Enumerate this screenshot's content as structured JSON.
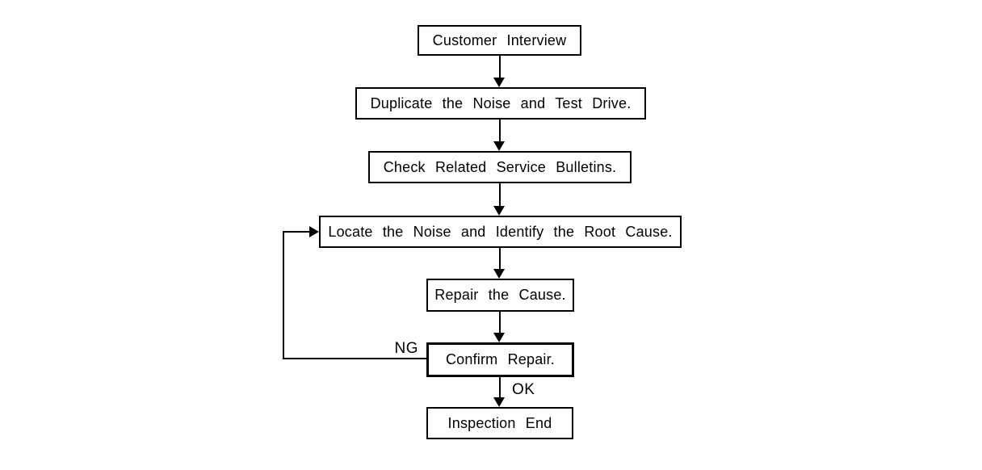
{
  "page": {
    "background_color": "#ffffff",
    "ink_color": "#000000"
  },
  "flowchart": {
    "type": "flowchart",
    "nodes": [
      {
        "label": "Customer Interview"
      },
      {
        "label": "Duplicate the Noise and Test Drive."
      },
      {
        "label": "Check Related Service Bulletins."
      },
      {
        "label": "Locate the Noise and Identify the Root Cause."
      },
      {
        "label": "Repair the Cause."
      },
      {
        "label": "Confirm Repair.",
        "emphasized_border": true
      },
      {
        "label": "Inspection End"
      }
    ],
    "edges": [
      {
        "from": "Customer Interview",
        "to": "Duplicate the Noise and Test Drive.",
        "label": ""
      },
      {
        "from": "Duplicate the Noise and Test Drive.",
        "to": "Check Related Service Bulletins.",
        "label": ""
      },
      {
        "from": "Check Related Service Bulletins.",
        "to": "Locate the Noise and Identify the Root Cause.",
        "label": ""
      },
      {
        "from": "Locate the Noise and Identify the Root Cause.",
        "to": "Repair the Cause.",
        "label": ""
      },
      {
        "from": "Repair the Cause.",
        "to": "Confirm Repair.",
        "label": ""
      },
      {
        "from": "Confirm Repair.",
        "to": "Inspection End",
        "label": "OK"
      },
      {
        "from": "Confirm Repair.",
        "to": "Locate the Noise and Identify the Root Cause.",
        "label": "NG"
      }
    ],
    "edge_labels": {
      "ng": "NG",
      "ok": "OK"
    }
  }
}
